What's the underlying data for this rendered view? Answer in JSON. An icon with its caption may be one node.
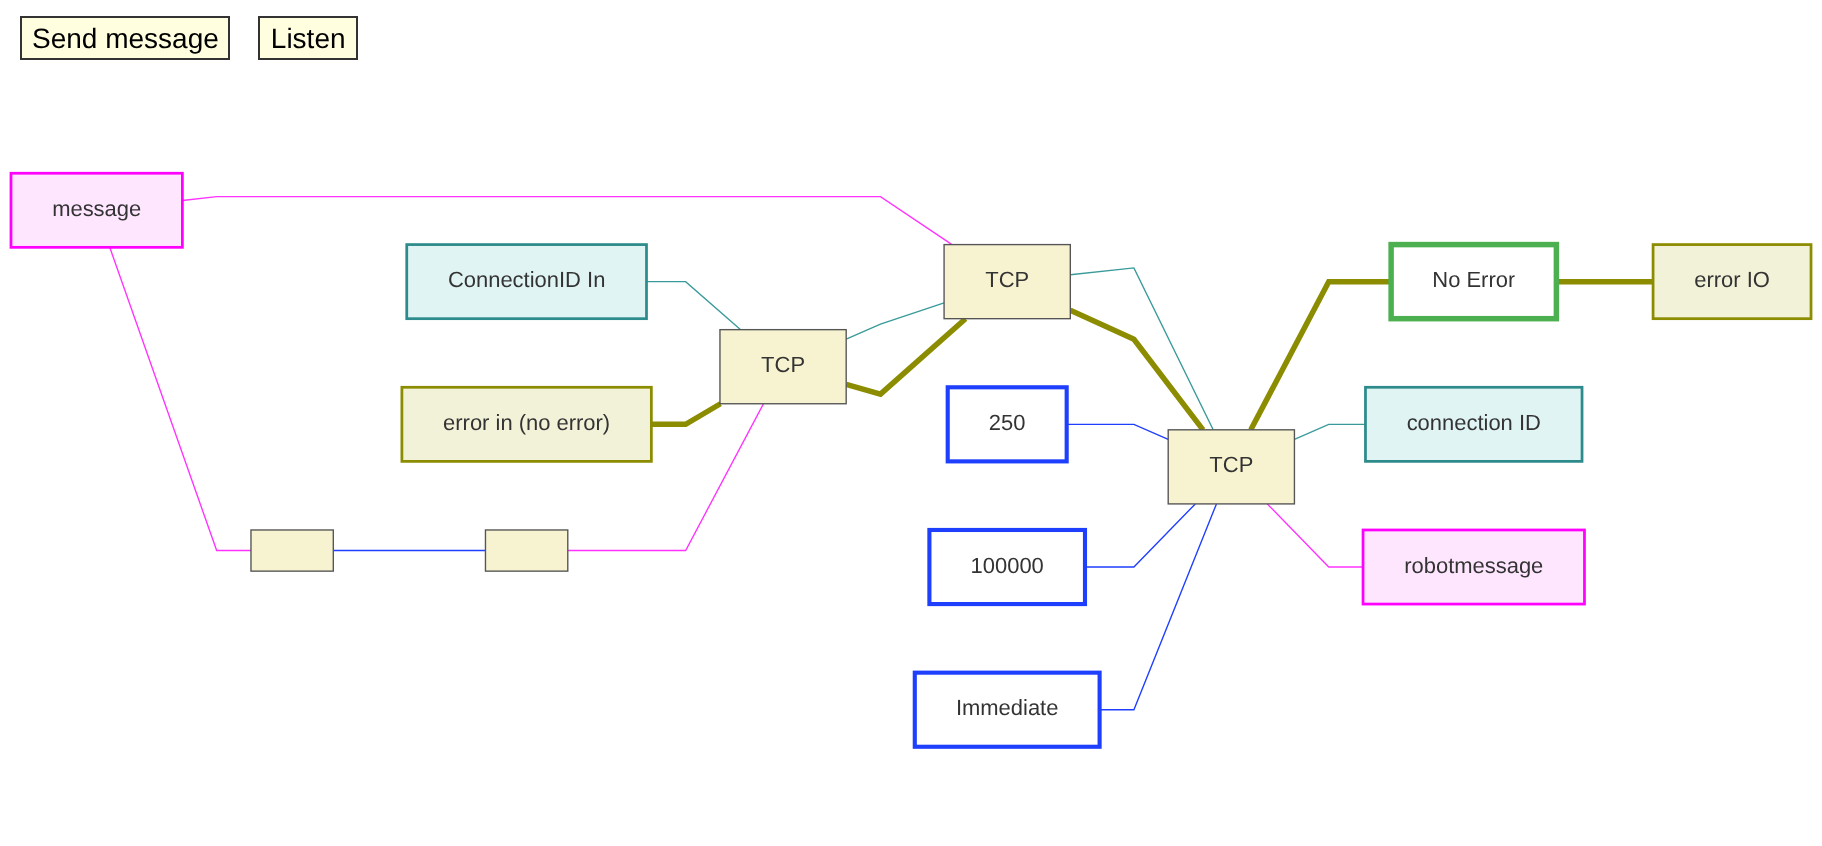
{
  "diagram": {
    "nodes": [
      {
        "text": [
          "ConnectionID In"
        ]
      },
      {
        "text": [
          "error in (no error)"
        ]
      },
      {
        "text": [
          "message"
        ]
      },
      {
        "text": [],
        "shape": "box"
      },
      {
        "text": [],
        "shape": "box"
      },
      {
        "text": [
          "TCP"
        ]
      },
      {
        "text": [
          "TCP"
        ]
      },
      {
        "text": [
          "250"
        ]
      },
      {
        "text": [
          "100000"
        ]
      },
      {
        "text": [
          "Immediate"
        ]
      },
      {
        "text": [
          "TCP"
        ]
      },
      {
        "text": [
          "No Error"
        ]
      },
      {
        "text": [
          "connection ID"
        ]
      },
      {
        "text": [
          "robotmessage"
        ]
      },
      {
        "text": [
          "error IO"
        ]
      }
    ],
    "edges": [
      {
        "from": 0,
        "to": 5,
        "arrow": "none",
        "color": "#3a9a9a"
      },
      {
        "from": 1,
        "to": 5,
        "arrow": "none",
        "style": "thick",
        "color": "#8c8c00"
      },
      {
        "from": 2,
        "to": 3,
        "arrow": "none",
        "color": "#ff33ff"
      },
      {
        "from": 3,
        "to": 4,
        "arrow": "none",
        "color": "#1f3fff"
      },
      {
        "from": 4,
        "to": 5,
        "arrow": "none",
        "color": "#ff33ff"
      },
      {
        "from": 2,
        "to": 6,
        "arrow": "none",
        "color": "#ff33ff"
      },
      {
        "from": 5,
        "to": 6,
        "arrow": "none",
        "color": "#3a9a9a"
      },
      {
        "from": 5,
        "to": 6,
        "arrow": "none",
        "style": "thick",
        "color": "#8c8c00"
      },
      {
        "from": 6,
        "to": 10,
        "arrow": "none",
        "color": "#3a9a9a"
      },
      {
        "from": 6,
        "to": 10,
        "arrow": "none",
        "style": "thick",
        "color": "#8c8c00"
      },
      {
        "from": 7,
        "to": 10,
        "arrow": "none",
        "color": "#1f3fff"
      },
      {
        "from": 8,
        "to": 10,
        "arrow": "none",
        "color": "#1f3fff"
      },
      {
        "from": 9,
        "to": 10,
        "arrow": "none",
        "color": "#1f3fff"
      },
      {
        "from": 10,
        "to": 12,
        "arrow": "none",
        "color": "#3a9a9a"
      },
      {
        "from": 10,
        "to": 13,
        "arrow": "none",
        "color": "#ff33ff"
      },
      {
        "from": 10,
        "to": 11,
        "arrow": "none",
        "style": "thick",
        "color": "#8c8c00"
      },
      {
        "from": 11,
        "to": 14,
        "arrow": "none",
        "style": "thick",
        "color": "#8c8c00"
      }
    ],
    "labels": [
      "Send message",
      "Listen"
    ]
  }
}
